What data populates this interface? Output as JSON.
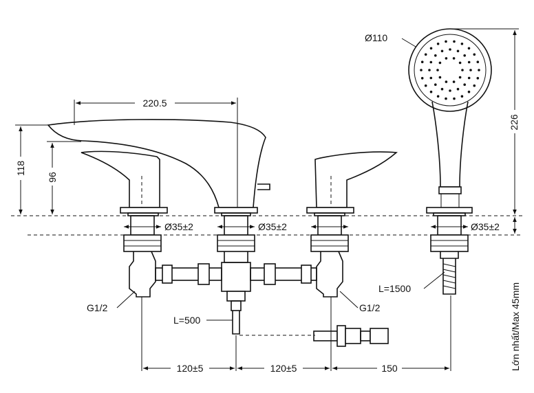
{
  "dimensions": {
    "spout_length": "220.5",
    "spout_height": "118",
    "handle_height": "96",
    "head_diameter": "Ø110",
    "shower_height": "226",
    "hole_1": "Ø35±2",
    "hole_2": "Ø35±2",
    "hole_3": "Ø35±2",
    "hole_4": "Ø35±2",
    "thread_left": "G1/2",
    "thread_right": "G1/2",
    "hose_500": "L=500",
    "hose_1500": "L=1500",
    "spacing_1": "120±5",
    "spacing_2": "120±5",
    "spacing_3": "150",
    "max_deck": "Lớn nhất/Max 45mm"
  }
}
